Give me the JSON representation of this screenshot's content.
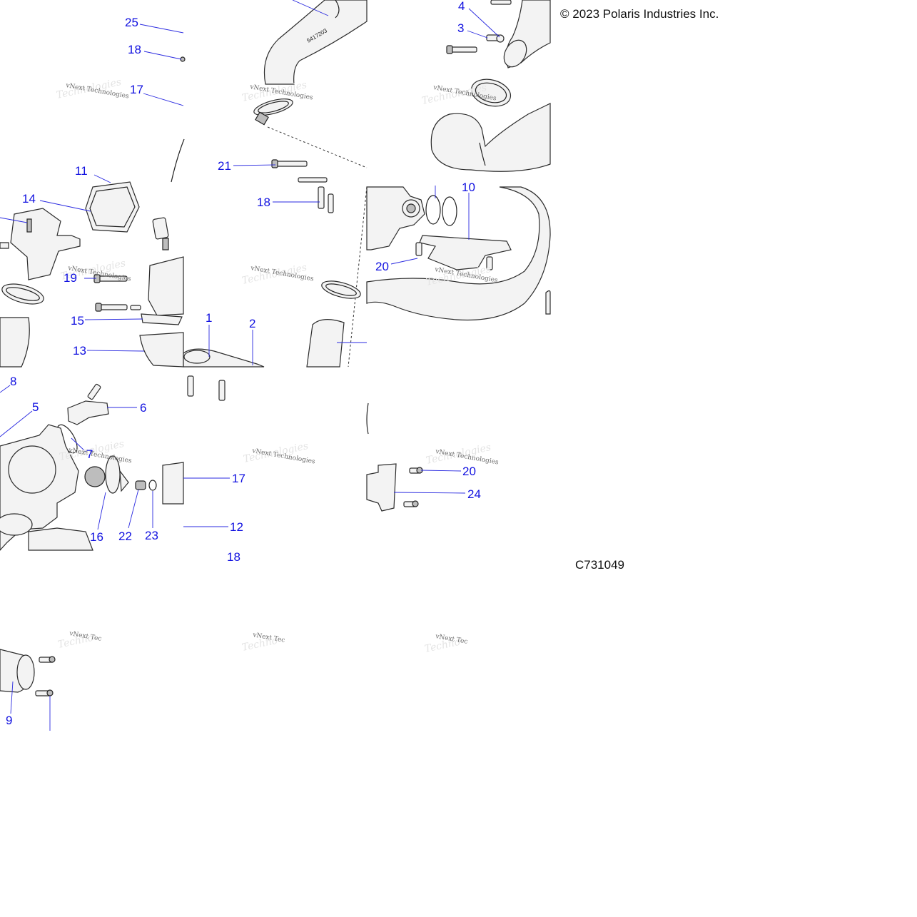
{
  "copyright": "© 2023 Polaris Industries Inc.",
  "figure_code": "C731049",
  "watermark": "vNext Technologies",
  "callouts": {
    "c1": "1",
    "c2": "2",
    "c3": "3",
    "c4": "4",
    "c5": "5",
    "c6": "6",
    "c7": "7",
    "c8": "8",
    "c9": "9",
    "c10": "10",
    "c11": "11",
    "c12": "12",
    "c13": "13",
    "c14": "14",
    "c15": "15",
    "c16": "16",
    "c17a": "17",
    "c17b": "17",
    "c18a": "18",
    "c18b": "18",
    "c18c": "18",
    "c19": "19",
    "c20a": "20",
    "c20b": "20",
    "c21": "21",
    "c22": "22",
    "c23": "23",
    "c24": "24",
    "c25": "25"
  },
  "part_marking": "5417203"
}
